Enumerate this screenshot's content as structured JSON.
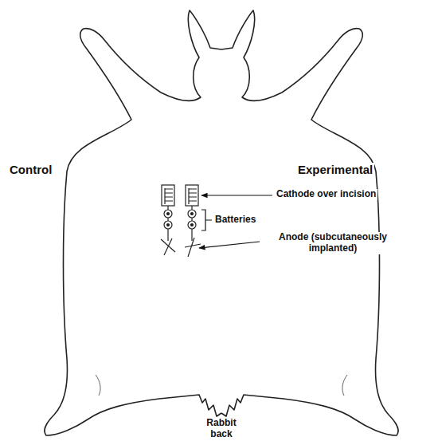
{
  "diagram": {
    "labels": [
      "Control",
      "Experimental",
      "Cathode over incision",
      "Batteries",
      "Anode (subcutaneously implanted)",
      "Rabbit back"
    ]
  }
}
